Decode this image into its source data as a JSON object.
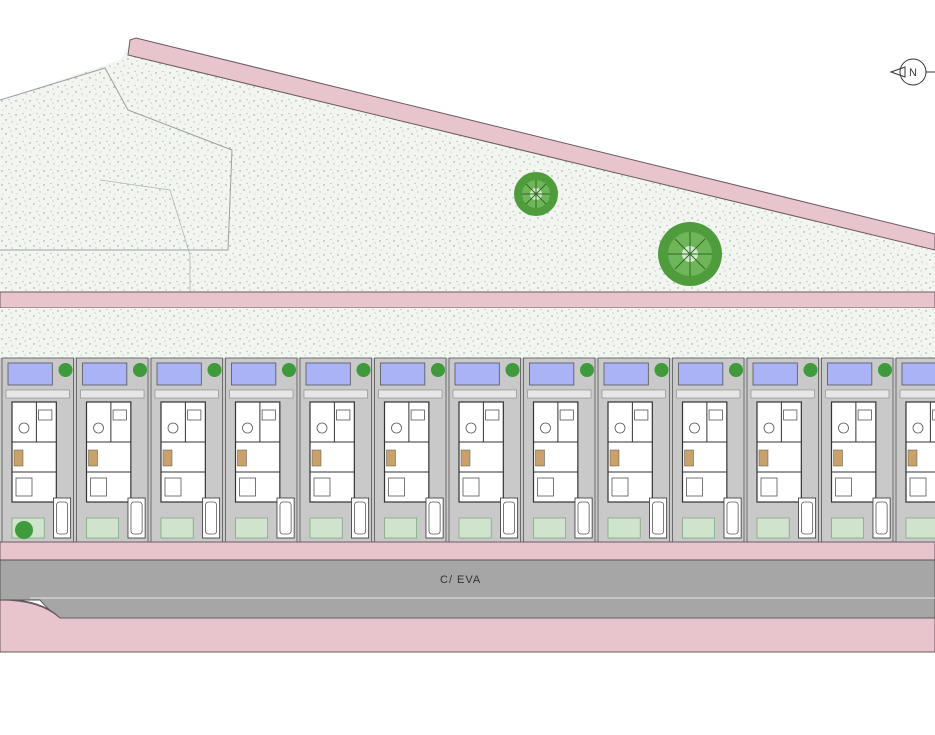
{
  "street": {
    "name": "C/ EVA"
  },
  "compass": {
    "label": "N",
    "icon": "north-arrow-icon"
  },
  "colors": {
    "sidewalk": "#e8c4cd",
    "sidewalk_edge": "#6b5a60",
    "green_area": "#f3f5f1",
    "green_speckle": "#7fa483",
    "road": "#a6a6a6",
    "road_line": "#d9d9d9",
    "pool": "#a9b3f5",
    "paving": "#c9c9c9",
    "house_interior": "#ffffff",
    "wood": "#c9a26b",
    "lawn": "#cfe3cd",
    "shrub": "#3e9a3a",
    "tree": "#4f9c3d"
  },
  "plots": {
    "count": 13,
    "features": [
      "pool",
      "terrace",
      "living-room",
      "kitchen",
      "bedroom",
      "garage",
      "front-garden"
    ]
  },
  "trees": {
    "count": 2,
    "icon": "tree-icon"
  }
}
